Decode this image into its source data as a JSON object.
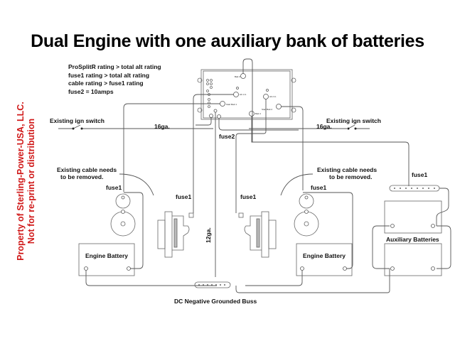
{
  "title": "Dual Engine with one auxiliary bank of batteries",
  "notes": [
    "ProSplitR rating > total alt rating",
    "fuse1 rating > total alt rating",
    "cable rating > fuse1 rating",
    "fuse2 = 10amps"
  ],
  "watermark": {
    "line1": "Property of Sterling-Power-USA, LLC.",
    "line2": "Not for re-print or distribution",
    "color": "#d01818"
  },
  "splitter": {
    "terminals": [
      "Batt 3",
      "Alt 1 In",
      "Alt 2 In",
      "Start Batt 1",
      "Start Batt 2",
      "Batt 4",
      "Ign/Sense 1",
      "Ign/Sense 2",
      "Sense"
    ]
  },
  "labels": {
    "ign_switch_left": "Existing ign switch",
    "ign_switch_right": "Existing ign switch",
    "wire_16ga_left": "16ga.",
    "wire_16ga_right": "16ga.",
    "fuse2": "fuse2",
    "wire_12ga": "12ga.",
    "cable_note_left_1": "Existing cable needs",
    "cable_note_left_2": "to be removed.",
    "cable_note_right_1": "Existing cable needs",
    "cable_note_right_2": "to be removed.",
    "fuse1_left_starter": "fuse1",
    "fuse1_left_alt": "fuse1",
    "fuse1_right_alt": "fuse1",
    "fuse1_right_starter": "fuse1",
    "fuse1_aux": "fuse1",
    "engine_battery_left": "Engine Battery",
    "engine_battery_right": "Engine Battery",
    "aux_batteries": "Auxiliary Batteries",
    "neg_buss": "DC Negative Grounded Buss",
    "minus": "−",
    "plus": "+"
  }
}
